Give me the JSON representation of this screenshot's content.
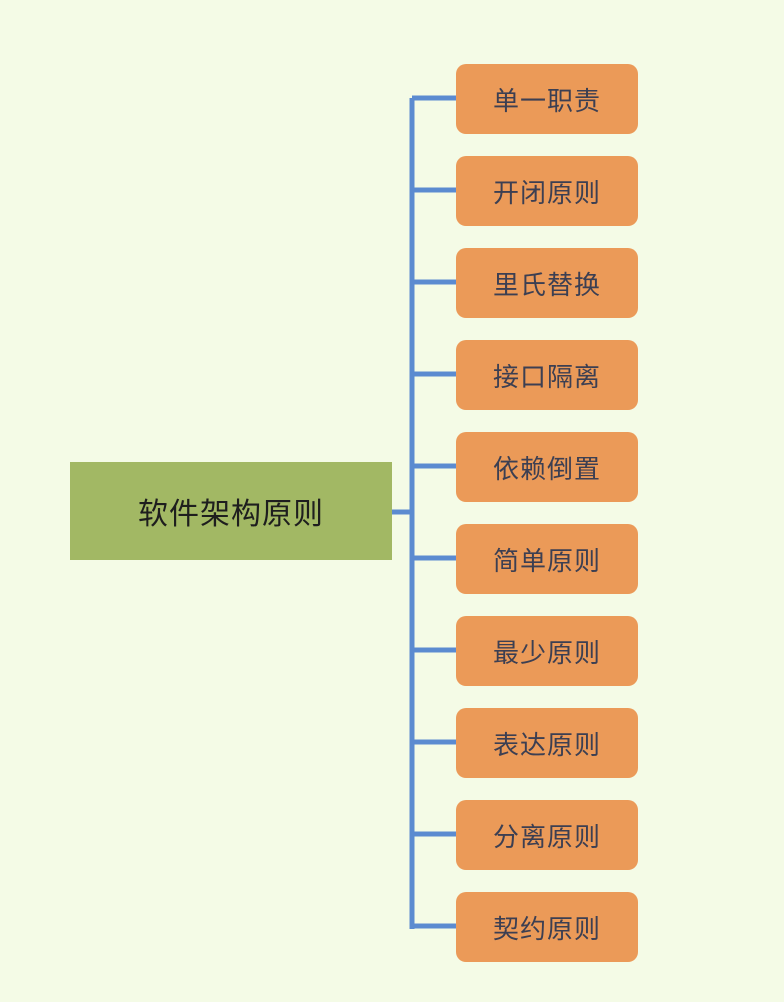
{
  "diagram": {
    "type": "mind-map",
    "root": {
      "label": "软件架构原则"
    },
    "children": [
      {
        "label": "单一职责"
      },
      {
        "label": "开闭原则"
      },
      {
        "label": "里氏替换"
      },
      {
        "label": "接口隔离"
      },
      {
        "label": "依赖倒置"
      },
      {
        "label": "简单原则"
      },
      {
        "label": "最少原则"
      },
      {
        "label": "表达原则"
      },
      {
        "label": "分离原则"
      },
      {
        "label": "契约原则"
      }
    ],
    "colors": {
      "background": "#f4fbe6",
      "root_fill": "#a2b864",
      "child_fill": "#eb9a58",
      "connector": "#5b8bd0",
      "root_text": "#1e1e1e",
      "child_text": "#3c3f52"
    }
  }
}
